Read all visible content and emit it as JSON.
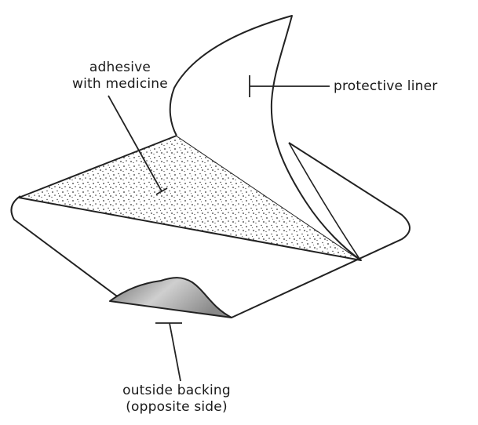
{
  "labels": {
    "adhesive_line1": "adhesive",
    "adhesive_line2": "with medicine",
    "protective_liner": "protective liner",
    "outside_backing_line1": "outside backing",
    "outside_backing_line2": "(opposite side)"
  }
}
